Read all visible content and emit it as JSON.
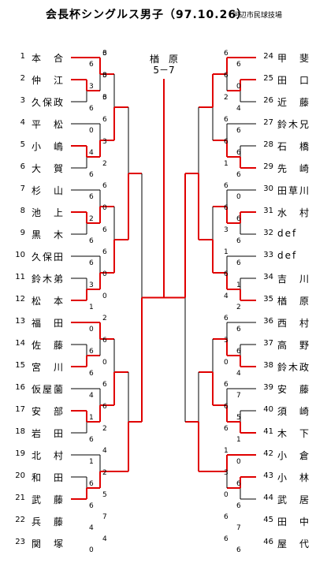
{
  "title": "会長杯シングルス男子（97.10.26）",
  "subtitle": "河辺市民球技場",
  "final": {
    "winner": "楢　原",
    "score": "5－7"
  },
  "left_players": [
    {
      "num": "1",
      "name": "本　合"
    },
    {
      "num": "2",
      "name": "仲　江"
    },
    {
      "num": "3",
      "name": "久保政"
    },
    {
      "num": "4",
      "name": "平　松"
    },
    {
      "num": "5",
      "name": "小　嶋"
    },
    {
      "num": "6",
      "name": "大　賀"
    },
    {
      "num": "7",
      "name": "杉　山"
    },
    {
      "num": "8",
      "name": "池　上"
    },
    {
      "num": "9",
      "name": "黒　木"
    },
    {
      "num": "10",
      "name": "久保田"
    },
    {
      "num": "11",
      "name": "鈴木弟"
    },
    {
      "num": "12",
      "name": "松　本"
    },
    {
      "num": "13",
      "name": "福　田"
    },
    {
      "num": "14",
      "name": "佐　藤"
    },
    {
      "num": "15",
      "name": "宮　川"
    },
    {
      "num": "16",
      "name": "仮屋薗"
    },
    {
      "num": "17",
      "name": "安　部"
    },
    {
      "num": "18",
      "name": "岩　田"
    },
    {
      "num": "19",
      "name": "北　村"
    },
    {
      "num": "20",
      "name": "和　田"
    },
    {
      "num": "21",
      "name": "武　藤"
    },
    {
      "num": "22",
      "name": "兵　藤"
    },
    {
      "num": "23",
      "name": "関　塚"
    }
  ],
  "right_players": [
    {
      "num": "24",
      "name": "甲　斐"
    },
    {
      "num": "25",
      "name": "田　口"
    },
    {
      "num": "26",
      "name": "近　藤"
    },
    {
      "num": "27",
      "name": "鈴木兄"
    },
    {
      "num": "28",
      "name": "石　橋"
    },
    {
      "num": "29",
      "name": "先　崎"
    },
    {
      "num": "30",
      "name": "田草川"
    },
    {
      "num": "31",
      "name": "水　村"
    },
    {
      "num": "32",
      "name": "def"
    },
    {
      "num": "33",
      "name": "def"
    },
    {
      "num": "34",
      "name": "吉　川"
    },
    {
      "num": "35",
      "name": "楢　原"
    },
    {
      "num": "36",
      "name": "西　村"
    },
    {
      "num": "37",
      "name": "高　野"
    },
    {
      "num": "38",
      "name": "鈴木政"
    },
    {
      "num": "39",
      "name": "安　藤"
    },
    {
      "num": "40",
      "name": "須　崎"
    },
    {
      "num": "41",
      "name": "木　下"
    },
    {
      "num": "42",
      "name": "小　倉"
    },
    {
      "num": "43",
      "name": "小　林"
    },
    {
      "num": "44",
      "name": "武　居"
    },
    {
      "num": "45",
      "name": "田　中"
    },
    {
      "num": "46",
      "name": "屋　代"
    }
  ],
  "scores": [
    "6",
    "6",
    "3",
    "6",
    "3",
    "2",
    "6",
    "0",
    "6",
    "6",
    "0",
    "0",
    "2",
    "6",
    "0",
    "6",
    "6",
    "2",
    "4",
    "2",
    "5",
    "7",
    "4",
    "6",
    "6",
    "2",
    "6",
    "6",
    "1",
    "6",
    "6",
    "3",
    "1",
    "6",
    "4",
    "6",
    "3",
    "0",
    "6",
    "6",
    "6",
    "1",
    "3",
    "0",
    "6",
    "6",
    "6",
    "3",
    "6",
    "0",
    "4",
    "6",
    "6",
    "2",
    "6",
    "6",
    "3",
    "1",
    "0",
    "6",
    "6",
    "4",
    "1",
    "6",
    "1",
    "6",
    "6",
    "4",
    "0",
    "6",
    "0",
    "4",
    "6",
    "6",
    "6",
    "0",
    "6",
    "6",
    "6",
    "1",
    "2",
    "6",
    "6",
    "4",
    "7",
    "5",
    "1",
    "0",
    "6",
    "6",
    "7",
    "6",
    "3",
    "3",
    "6"
  ]
}
